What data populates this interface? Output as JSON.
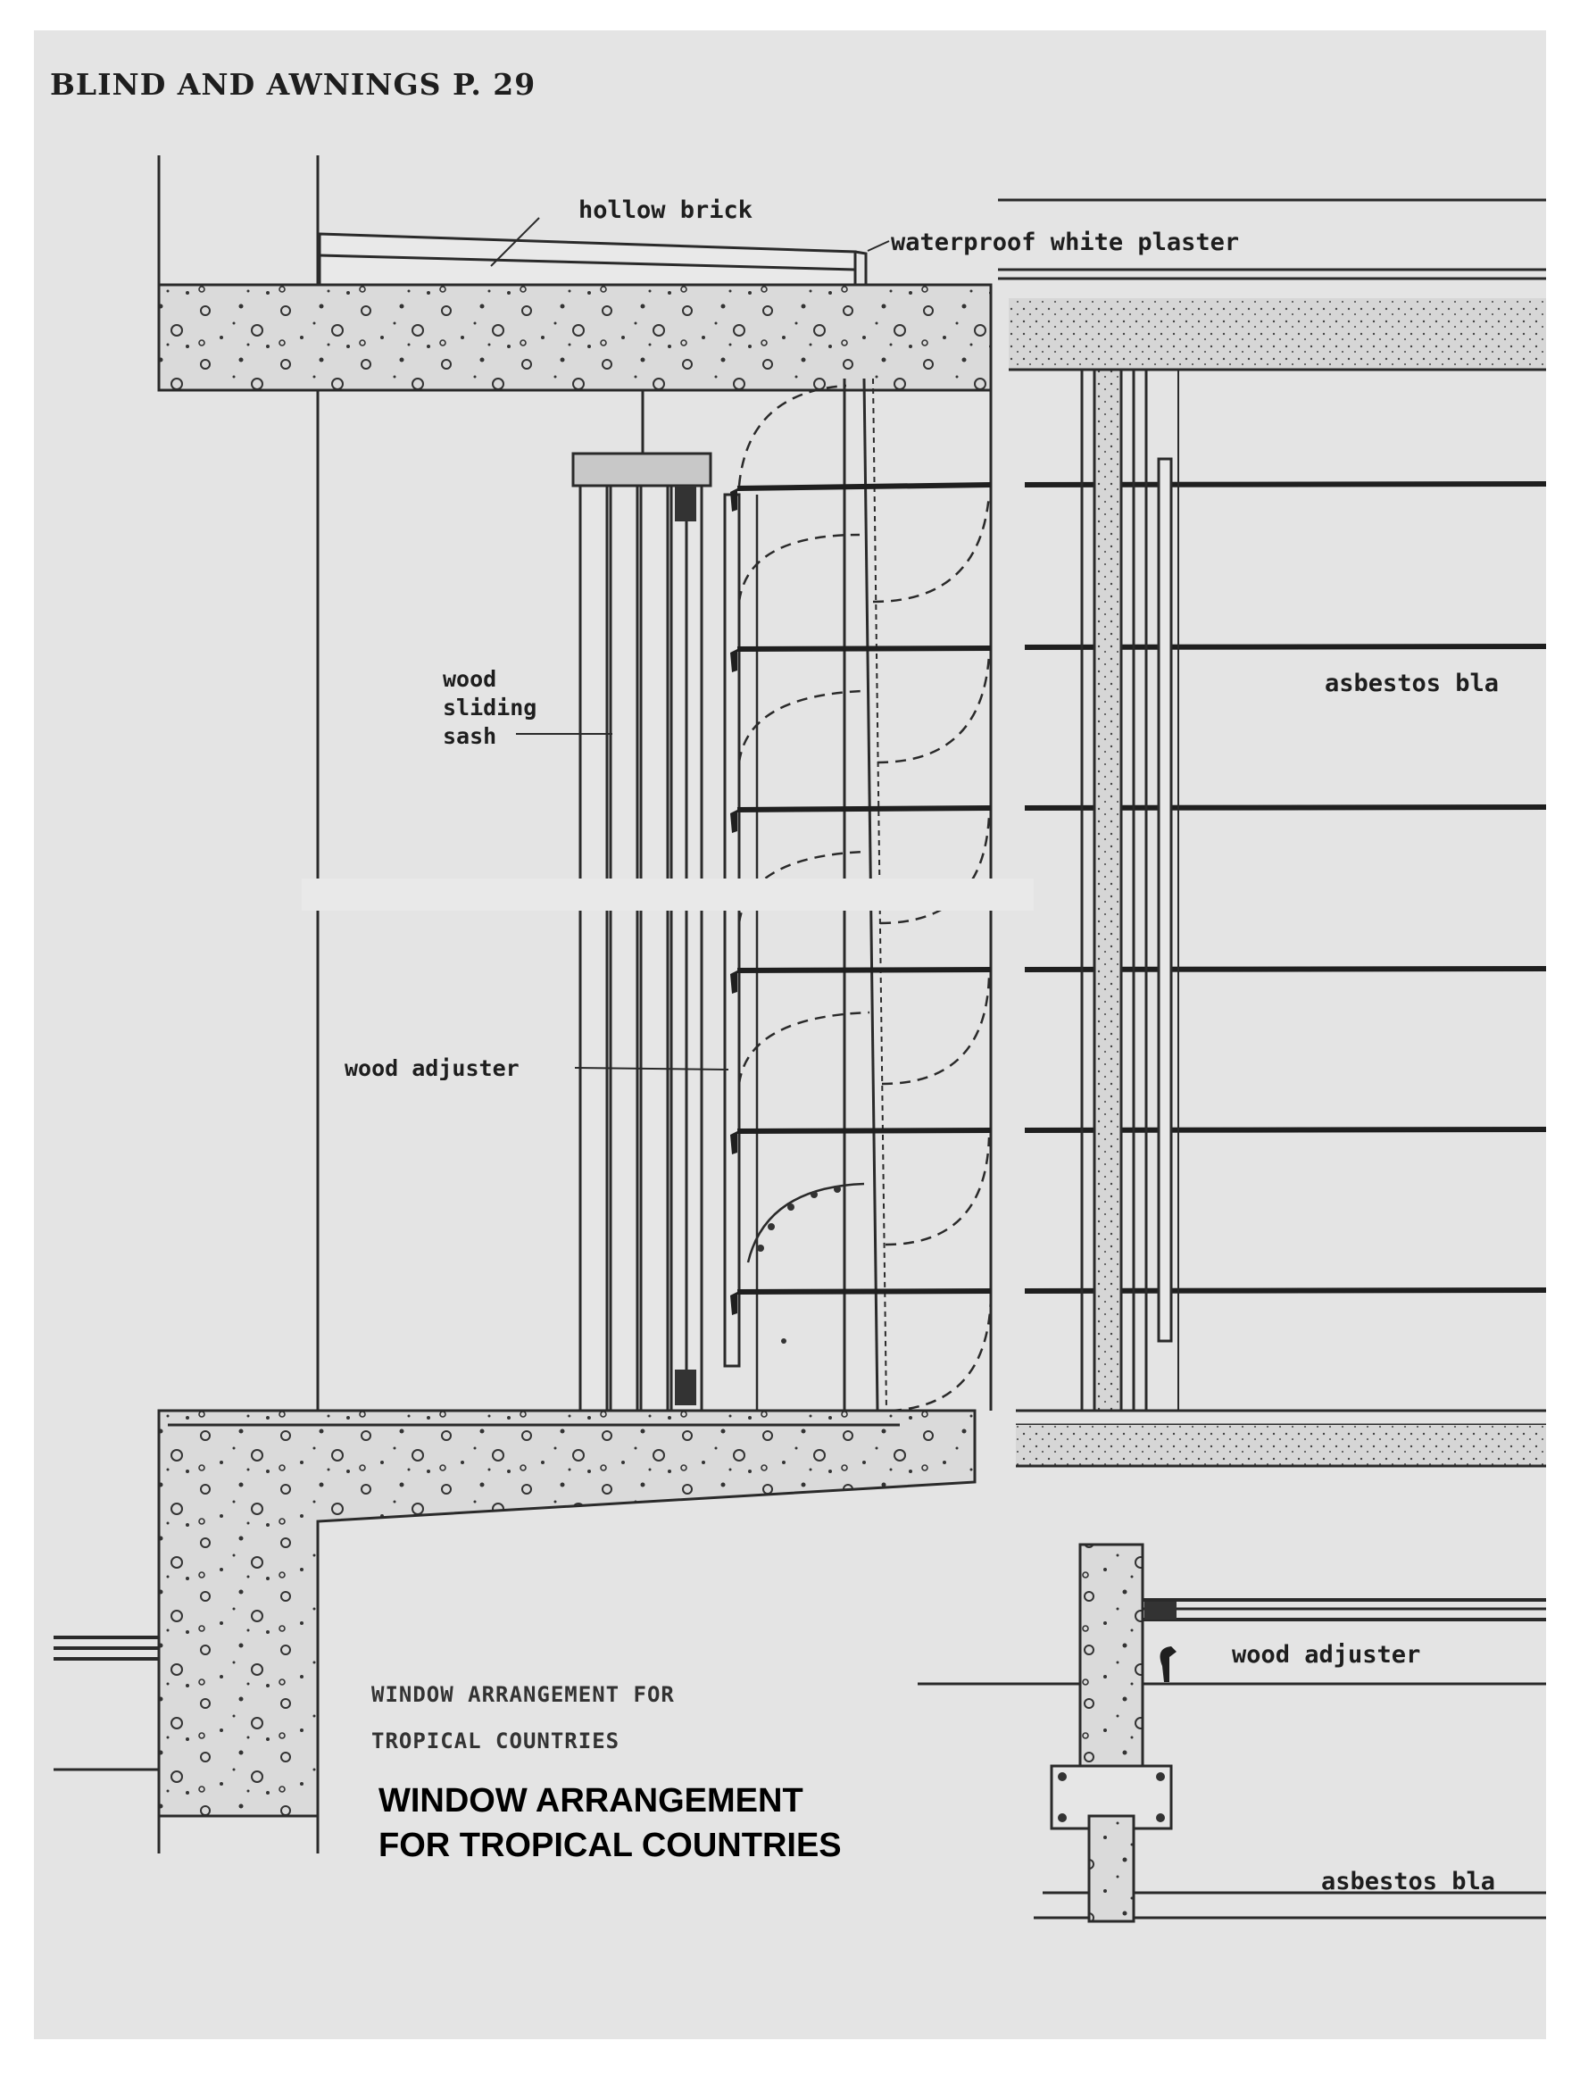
{
  "header": {
    "title": "BLIND AND AWNINGS P. 29"
  },
  "labels": {
    "hollow_brick": "hollow brick",
    "waterproof_white_plaster": "waterproof white plaster",
    "wood_sliding_sash": [
      "wood",
      "sliding",
      "sash"
    ],
    "wood_adjuster": "wood adjuster",
    "asbestos_upper": "asbestos bla",
    "wood_adjuster_detail": "wood adjuster",
    "asbestos_lower": "asbestos bla"
  },
  "caption": {
    "typed": [
      "WINDOW ARRANGEMENT FOR",
      "TROPICAL COUNTRIES"
    ],
    "bold": [
      "WINDOW ARRANGEMENT",
      "FOR TROPICAL COUNTRIES"
    ]
  },
  "colors": {
    "paper": "#e4e4e4",
    "ink": "#2a2a2a",
    "concrete": "#d9d9d9"
  }
}
